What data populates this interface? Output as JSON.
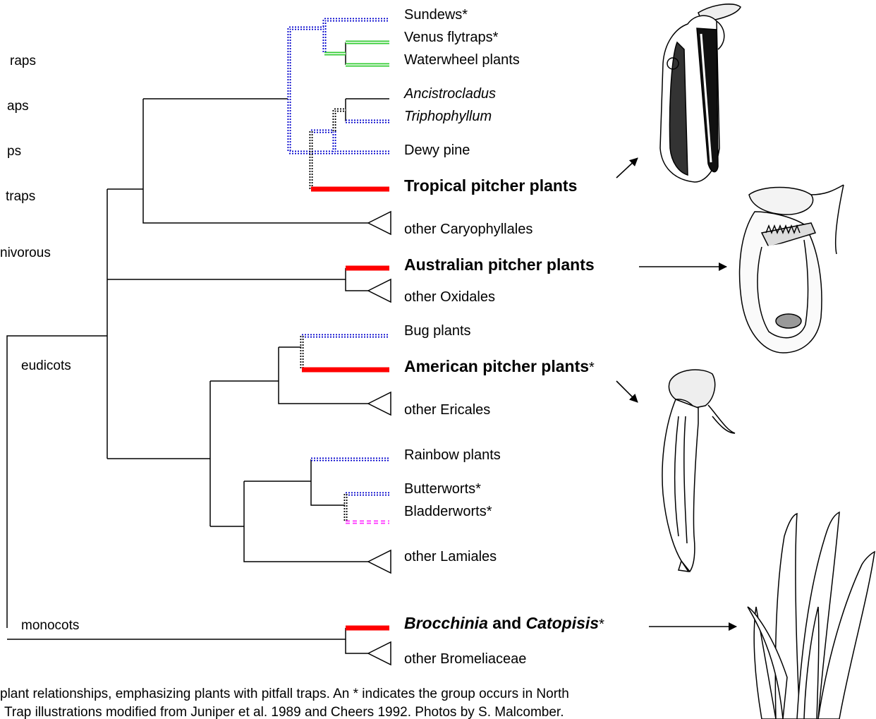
{
  "legend_fragments": [
    "raps",
    "aps",
    "ps",
    "traps",
    "nivorous"
  ],
  "clades": {
    "eudicots": "eudicots",
    "monocots": "monocots"
  },
  "taxa": {
    "sundews": "Sundews*",
    "venus": "Venus flytraps*",
    "waterwheel": "Waterwheel plants",
    "ancistrocladus": "Ancistrocladus",
    "triphophyllum": "Triphophyllum",
    "dewy_pine": "Dewy pine",
    "tropical": "Tropical pitcher plants",
    "caryophyllales": "other Caryophyllales",
    "australian": "Australian pitcher plants",
    "oxidales": "other Oxidales",
    "bug": "Bug plants",
    "american": "American pitcher plants",
    "american_star": "*",
    "ericales": "other Ericales",
    "rainbow": "Rainbow plants",
    "butterworts": "Butterworts*",
    "bladderworts": "Bladderworts*",
    "lamiales": "other Lamiales",
    "brocchinia": "Brocchinia",
    "and": " and ",
    "catopsis": "Catopisis",
    "brocchinia_star": "*",
    "bromeliaceae": "other Bromeliaceae"
  },
  "caption": {
    "line1": "plant relationships, emphasizing plants with pitfall traps.  An * indicates the group occurs in North",
    "line2": "Trap illustrations modified from Juniper et al. 1989 and Cheers 1992.  Photos by S. Malcomber."
  },
  "colors": {
    "pitfall": "#ff0000",
    "sticky": "#0000cc",
    "snap": "#33cc33",
    "suction": "#ff33ff",
    "dotted": "#000000"
  }
}
